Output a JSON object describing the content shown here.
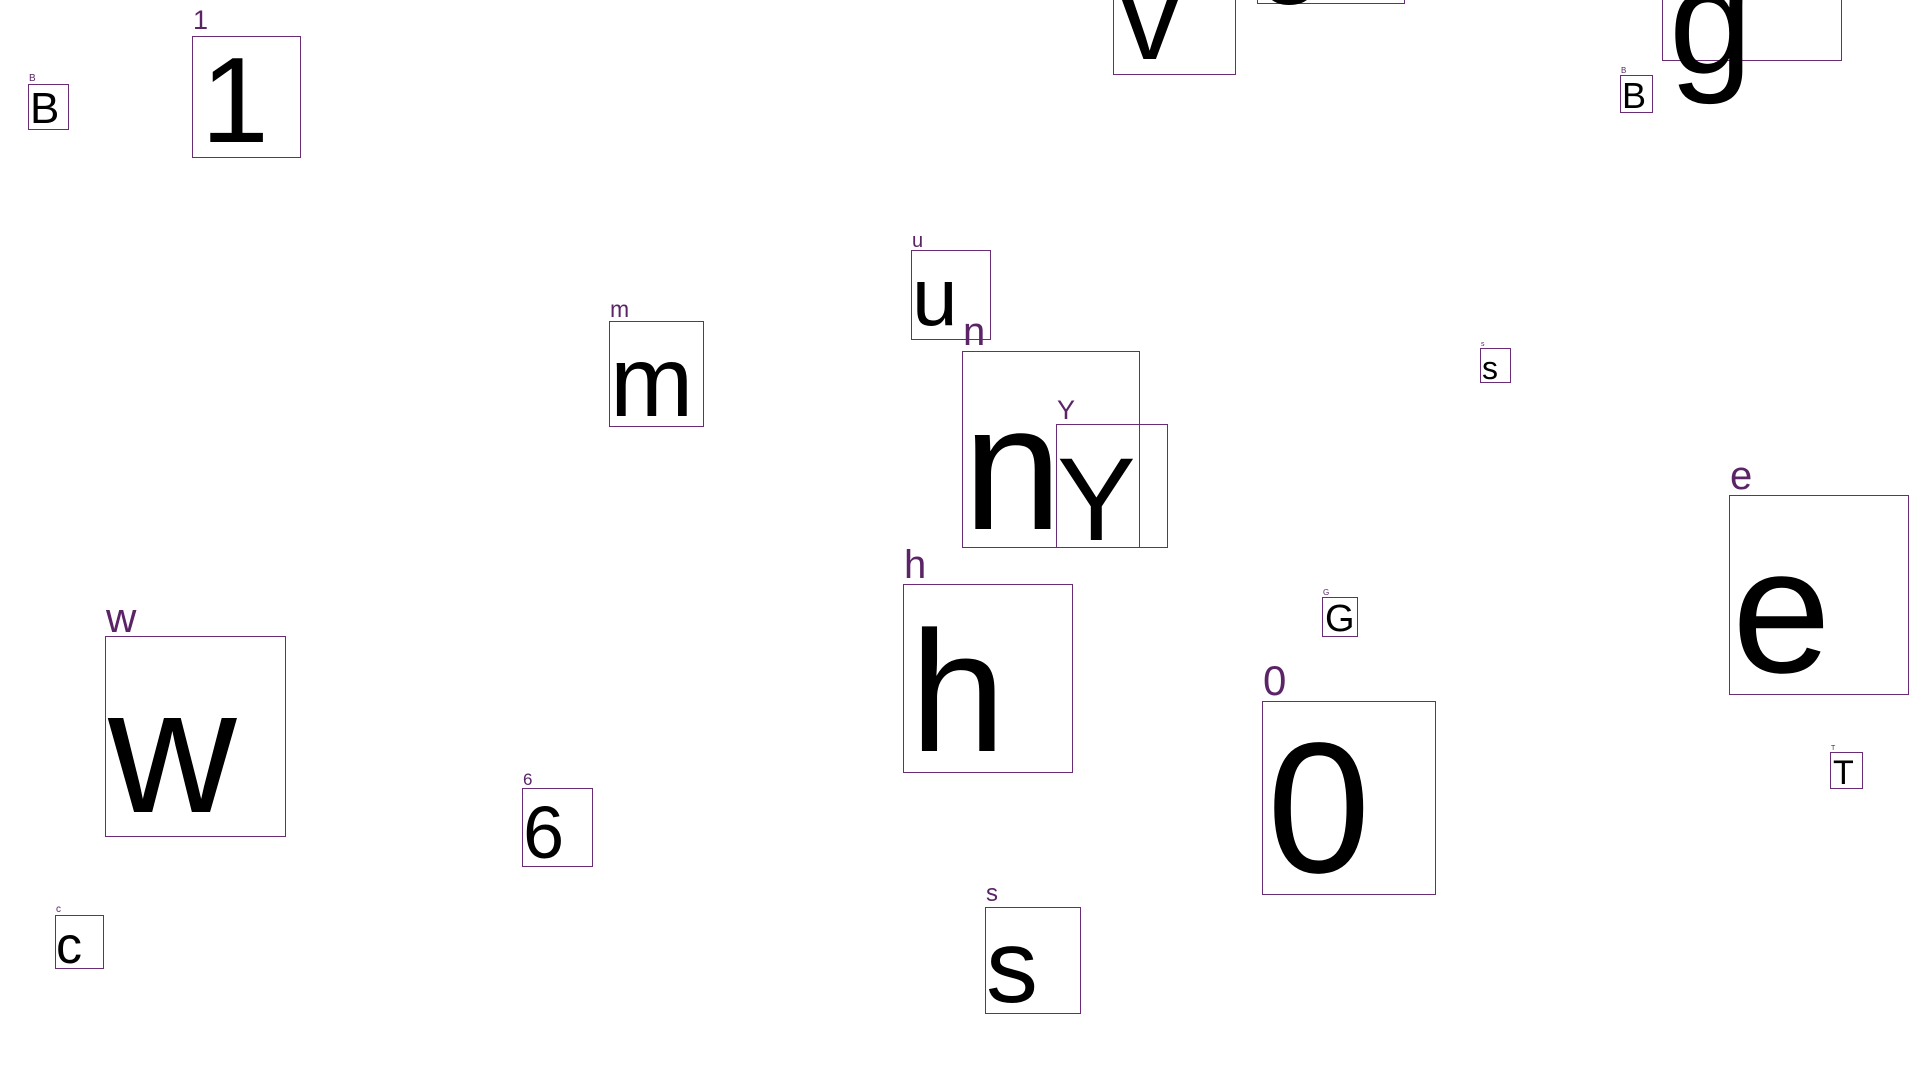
{
  "colors": {
    "background": "#ffffff",
    "box_border": "#6a2c75",
    "tag_text": "#5a2466",
    "glyph_text": "#000000"
  },
  "glyphs": [
    {
      "name": "glyph-v",
      "char": "v",
      "tag": ""
    },
    {
      "name": "glyph-o",
      "char": "o",
      "tag": ""
    },
    {
      "name": "glyph-g",
      "char": "g",
      "tag": ""
    },
    {
      "name": "glyph-1",
      "char": "1",
      "tag": "1"
    },
    {
      "name": "glyph-b-left",
      "char": "B",
      "tag": "B"
    },
    {
      "name": "glyph-b-right",
      "char": "B",
      "tag": "B"
    },
    {
      "name": "glyph-u",
      "char": "u",
      "tag": "u"
    },
    {
      "name": "glyph-m",
      "char": "m",
      "tag": "m"
    },
    {
      "name": "glyph-n",
      "char": "n",
      "tag": "n"
    },
    {
      "name": "glyph-y",
      "char": "Y",
      "tag": "Y"
    },
    {
      "name": "glyph-s-small",
      "char": "s",
      "tag": "s"
    },
    {
      "name": "glyph-e",
      "char": "e",
      "tag": "e"
    },
    {
      "name": "glyph-h",
      "char": "h",
      "tag": "h"
    },
    {
      "name": "glyph-g-upper",
      "char": "G",
      "tag": "G"
    },
    {
      "name": "glyph-w",
      "char": "w",
      "tag": "w"
    },
    {
      "name": "glyph-0",
      "char": "0",
      "tag": "0"
    },
    {
      "name": "glyph-t",
      "char": "T",
      "tag": "T"
    },
    {
      "name": "glyph-6",
      "char": "6",
      "tag": "6"
    },
    {
      "name": "glyph-c",
      "char": "c",
      "tag": "c"
    },
    {
      "name": "glyph-s-large",
      "char": "s",
      "tag": "s"
    }
  ]
}
